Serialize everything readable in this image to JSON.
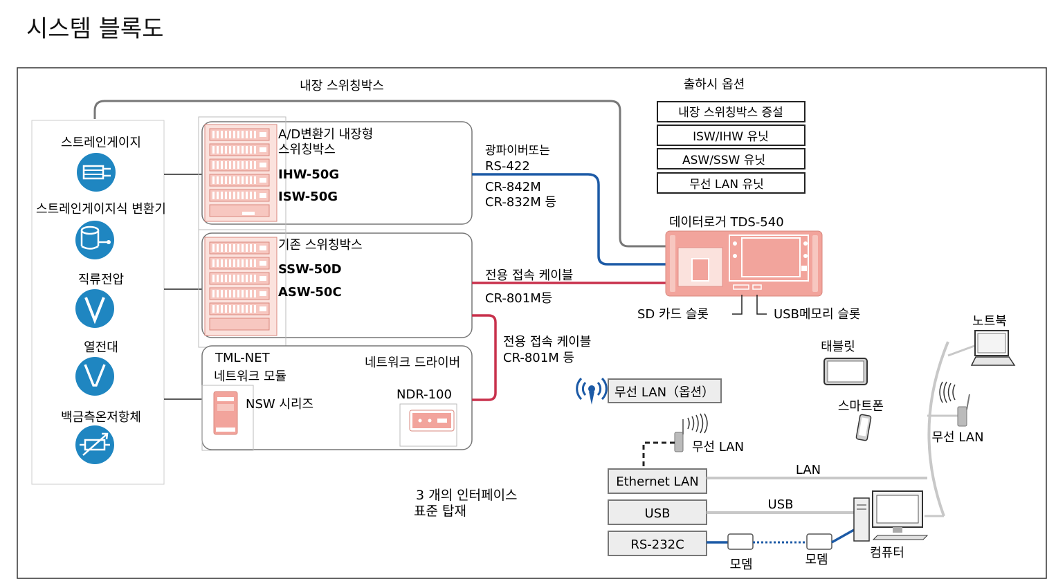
{
  "title": "시스템 블록도",
  "sensors": {
    "strain_gauge": "스트레인게이지",
    "strain_transducer": "스트레인게이지식 변환기",
    "dc_voltage": "직류전압",
    "thermocouple": "열전대",
    "pt_rtd": "백금측온저항체"
  },
  "units": {
    "ad_line1": "A/D변환기 내장형",
    "ad_line2": "스위칭박스",
    "ihw": "IHW-50G",
    "isw": "ISW-50G",
    "existing": "기존 스위칭박스",
    "ssw": "SSW-50D",
    "asw": "ASW-50C",
    "tmlnet": "TML-NET",
    "network_module": "네트워크 모듈",
    "nsw": "NSW 시리즈",
    "network_driver": "네트워크 드라이버",
    "ndr": "NDR-100"
  },
  "links": {
    "builtin_switchbox": "내장 스위칭박스",
    "fiber_or": "광파이버또는",
    "rs422": "RS-422",
    "cr842": "CR-842M",
    "cr832": "CR-832M 등",
    "dedicated_cable_1": "전용 접속 케이블",
    "cr801_1": "CR-801M등",
    "dedicated_cable_2": "전용 접속 케이블",
    "cr801_2": "CR-801M 등"
  },
  "options": {
    "heading": "출하시 옵션",
    "items": [
      "내장 스위칭박스 증설",
      "ISW/IHW 유닛",
      "ASW/SSW 유닛",
      "무선 LAN 유닛"
    ]
  },
  "logger": {
    "label": "데이터로거 TDS-540",
    "sd_slot": "SD 카드 슬롯",
    "usb_slot": "USB메모리 슬롯"
  },
  "interfaces": {
    "wireless_option": "무선 LAN（옵션）",
    "wireless_lan": "무선 LAN",
    "ethernet": "Ethernet LAN",
    "usb": "USB",
    "rs232c": "RS-232C",
    "lan_line": "LAN",
    "usb_line": "USB",
    "modem1": "모뎀",
    "modem2": "모뎀",
    "standard_line1": "3 개의 인터페이스",
    "standard_line2": "표준 탑재"
  },
  "devices": {
    "notebook": "노트북",
    "tablet": "태블릿",
    "smartphone": "스마트폰",
    "wireless_lan_right": "무선 LAN",
    "computer": "컴퓨터"
  },
  "colors": {
    "sensor_blue": "#1f86c1",
    "equipment_pink": "#f2a49c",
    "fiber_blue": "#1c5aa6",
    "cable_red": "#c8314c",
    "line_gray": "#777777"
  }
}
